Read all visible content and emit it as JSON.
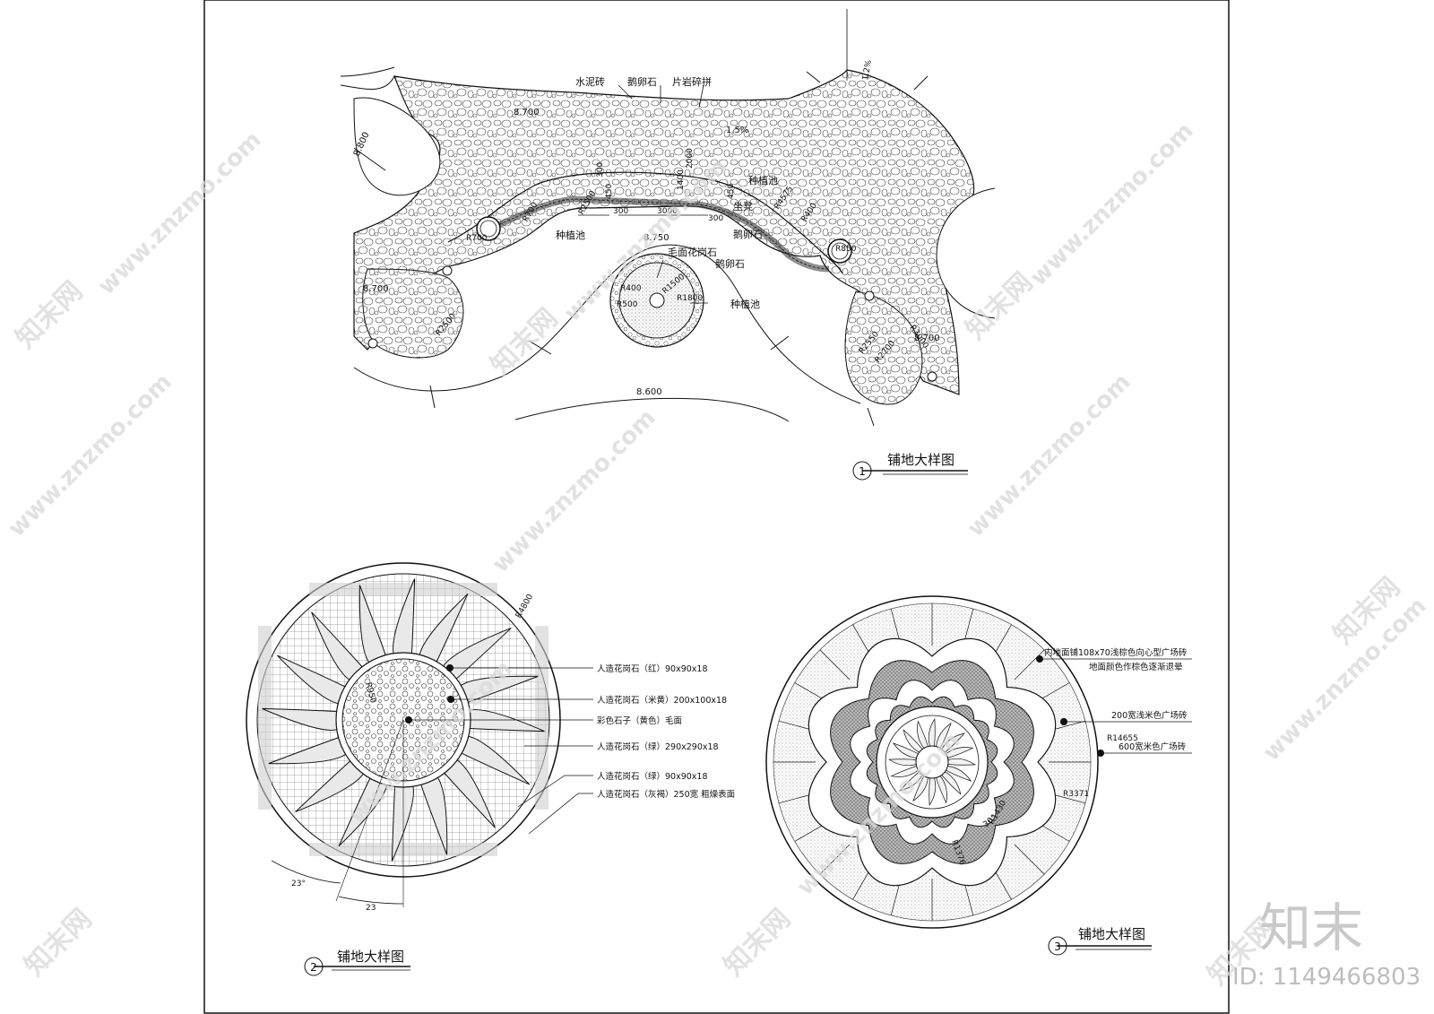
{
  "colors": {
    "line": "#111111",
    "paving": "#bdbdbd",
    "stone": "#9a9a9a",
    "watermark": "#d6d6d6",
    "background": "#ffffff"
  },
  "detail1": {
    "title": "铺地大样图",
    "number": "1",
    "labels": {
      "cement_brick": "水泥砖",
      "cobblestone_top": "鹅卵石",
      "slate_mosaic": "片岩碎拼",
      "planter_right": "种植池",
      "planter_left": "种植池",
      "bench": "坐凳",
      "cobblestone_mid": "鹅卵石",
      "granite_rough": "毛面花岗石",
      "cobblestone_circle": "鹅卵石",
      "planter_center": "种植池"
    },
    "levels": [
      "8.700",
      "8.800",
      "8.700",
      "8.750",
      "8.700",
      "8.600"
    ],
    "slope": "1.5%",
    "slope_top": "1.2%",
    "dimensions": [
      "300",
      "300",
      "3000",
      "300",
      "1400",
      "2000",
      "450",
      "450",
      "R2500",
      "R700",
      "R4575",
      "R400",
      "R850",
      "R700",
      "R400",
      "R500",
      "R1500",
      "R1800",
      "R2550",
      "R2700",
      "R2500",
      "R3000"
    ]
  },
  "detail2": {
    "title": "铺地大样图",
    "number": "2",
    "radius_outer": "R4800",
    "radius_inner": "R950",
    "angle_a": "23°",
    "angle_b": "23",
    "legend": [
      "人造花岗石（红）90x90x18",
      "人造花岗石（米黄）200x100x18",
      "彩色石子（黄色）毛面",
      "人造花岗石（绿）290x290x18",
      "人造花岗石（绿）90x90x18",
      "人造花岗石（灰褐）250宽 粗燥表面"
    ]
  },
  "detail3": {
    "title": "铺地大样图",
    "number": "3",
    "legend": [
      "内地面铺108x70浅棕色向心型广场砖",
      "地面颜色作棕色逐渐退晕",
      "200宽浅米色广场砖",
      "600宽米色广场砖"
    ],
    "radius_a": "R14655",
    "radius_b": "R3371",
    "radius_c": "R1376",
    "radius_d": "R1430",
    "angle": "30°"
  },
  "watermark": {
    "site": "www.znzmo.com",
    "brand": "知末网",
    "logo": "知末",
    "id_text": "ID: 1149466803"
  }
}
